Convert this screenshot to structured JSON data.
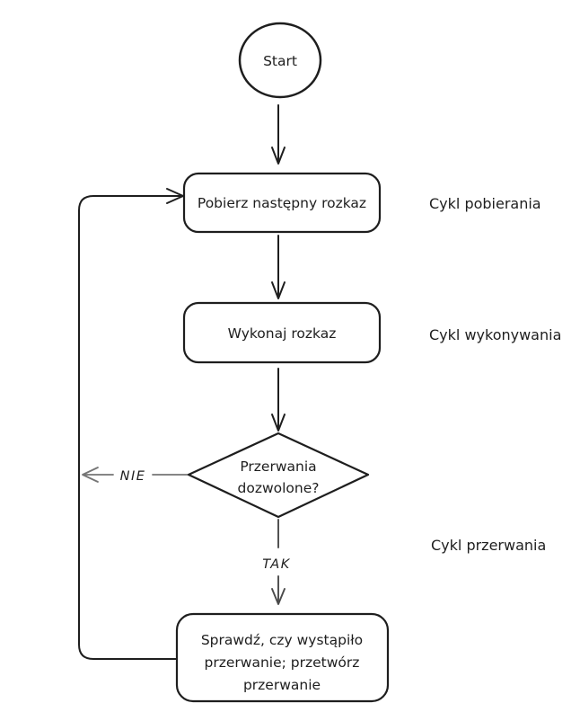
{
  "diagram": {
    "nodes": {
      "start": {
        "type": "circle",
        "label": "Start"
      },
      "fetch": {
        "type": "rounded-rect",
        "label": "Pobierz następny rozkaz"
      },
      "execute": {
        "type": "rounded-rect",
        "label": "Wykonaj rozkaz"
      },
      "decision": {
        "type": "diamond",
        "lines": [
          "Przerwania",
          "dozwolone?"
        ]
      },
      "interrupt": {
        "type": "rounded-rect",
        "lines": [
          "Sprawdź, czy wystąpiło",
          "przerwanie; przetwórz",
          "przerwanie"
        ]
      }
    },
    "edges": {
      "no_label": "NIE",
      "yes_label": "TAK"
    },
    "annotations": {
      "fetch_cycle": "Cykl pobierania",
      "execute_cycle": "Cykl wykonywania",
      "interrupt_cycle": "Cykl przerwania"
    },
    "colors": {
      "background": "#ffffff",
      "stroke": "#1e1e1e",
      "no_edge_stroke": "#757575",
      "yes_edge_stroke": "#4a4a4a"
    }
  }
}
